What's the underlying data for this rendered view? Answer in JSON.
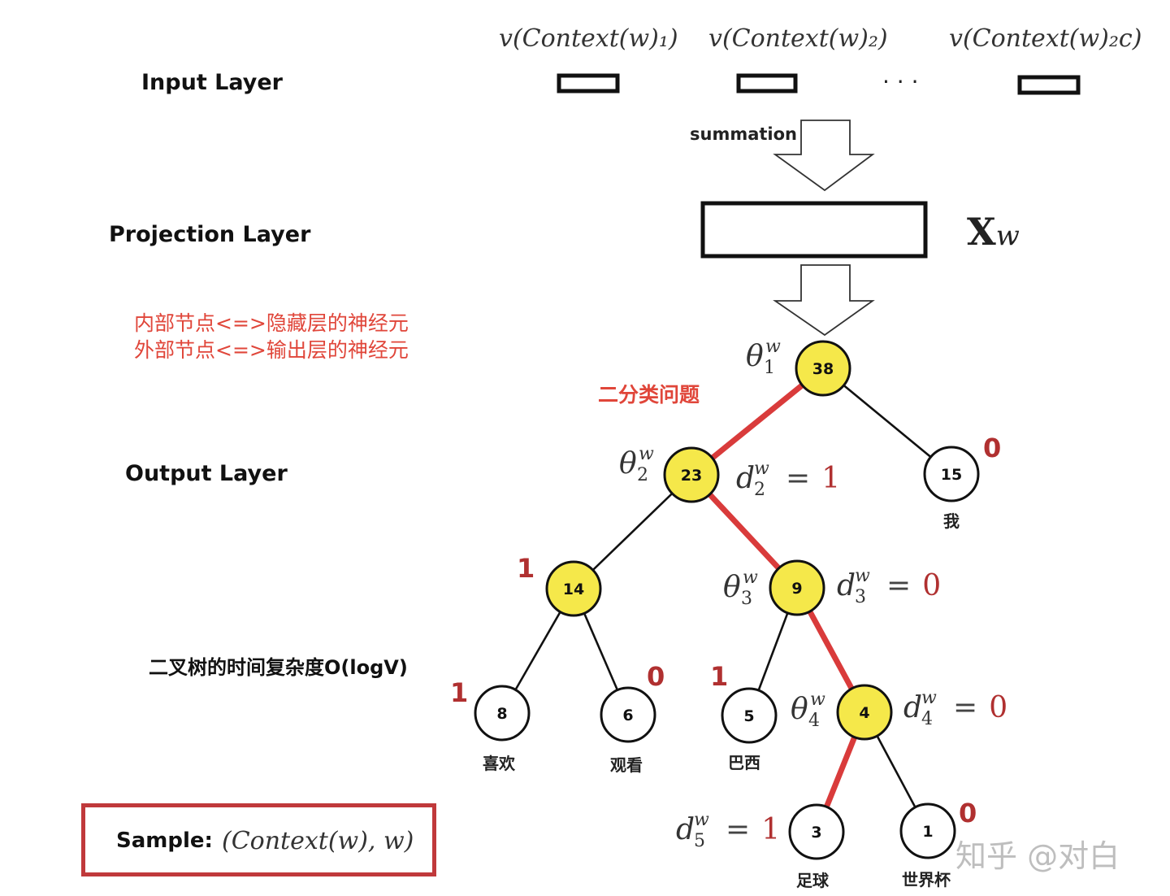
{
  "layers": {
    "input": "Input Layer",
    "projection": "Projection Layer",
    "output": "Output Layer"
  },
  "input_vectors": [
    "v(Context(w)₁)",
    "v(Context(w)₂)",
    "v(Context(w)₂c)"
  ],
  "ellipsis": "· · ·",
  "summation_label": "summation",
  "projection_symbol": "X",
  "projection_subscript": "w",
  "notes": {
    "line1": "内部节点<=>隐藏层的神经元",
    "line2": "外部节点<=>输出层的神经元",
    "binary": "二分类问题",
    "complexity": "二叉树的时间复杂度O(logV)"
  },
  "sample": {
    "label": "Sample:",
    "formula": "(Context(w), w)"
  },
  "watermark": "知乎 @对白",
  "tree": {
    "nodes": [
      {
        "id": "n38",
        "value": "38",
        "internal": true
      },
      {
        "id": "n23",
        "value": "23",
        "internal": true
      },
      {
        "id": "n15",
        "value": "15",
        "internal": false,
        "word": "我"
      },
      {
        "id": "n14",
        "value": "14",
        "internal": true
      },
      {
        "id": "n9",
        "value": "9",
        "internal": true
      },
      {
        "id": "n8",
        "value": "8",
        "internal": false,
        "word": "喜欢"
      },
      {
        "id": "n6",
        "value": "6",
        "internal": false,
        "word": "观看"
      },
      {
        "id": "n5",
        "value": "5",
        "internal": false,
        "word": "巴西"
      },
      {
        "id": "n4",
        "value": "4",
        "internal": true
      },
      {
        "id": "n3",
        "value": "3",
        "internal": false,
        "word": "足球"
      },
      {
        "id": "n1",
        "value": "1",
        "internal": false,
        "word": "世界杯"
      }
    ],
    "edges": [
      {
        "from": "n38",
        "to": "n23",
        "path": true
      },
      {
        "from": "n38",
        "to": "n15",
        "path": false
      },
      {
        "from": "n23",
        "to": "n14",
        "path": false
      },
      {
        "from": "n23",
        "to": "n9",
        "path": true
      },
      {
        "from": "n14",
        "to": "n8",
        "path": false
      },
      {
        "from": "n14",
        "to": "n6",
        "path": false
      },
      {
        "from": "n9",
        "to": "n5",
        "path": false
      },
      {
        "from": "n9",
        "to": "n4",
        "path": true
      },
      {
        "from": "n4",
        "to": "n3",
        "path": true
      },
      {
        "from": "n4",
        "to": "n1",
        "path": false
      }
    ],
    "edge_codes": {
      "n15": "0",
      "n14": "1",
      "n8": "1",
      "n6": "0",
      "n5": "1",
      "n1": "0"
    },
    "thetas": [
      {
        "node": "n38",
        "sub": "1"
      },
      {
        "node": "n23",
        "sub": "2"
      },
      {
        "node": "n9",
        "sub": "3"
      },
      {
        "node": "n4",
        "sub": "4"
      }
    ],
    "d_codes": [
      {
        "node": "n23",
        "sub": "2",
        "value": "1"
      },
      {
        "node": "n9",
        "sub": "3",
        "value": "0"
      },
      {
        "node": "n4",
        "sub": "4",
        "value": "0"
      },
      {
        "node": "n3",
        "sub": "5",
        "value": "1"
      }
    ],
    "theta_symbol": "θ",
    "d_symbol": "d",
    "superscript": "w",
    "equals": "="
  },
  "colors": {
    "internal_fill": "#f5e84a",
    "leaf_fill": "#ffffff",
    "path": "#d93b3b",
    "edge": "#111111",
    "note_red": "#e0463a",
    "sample_border": "#c0393b"
  }
}
